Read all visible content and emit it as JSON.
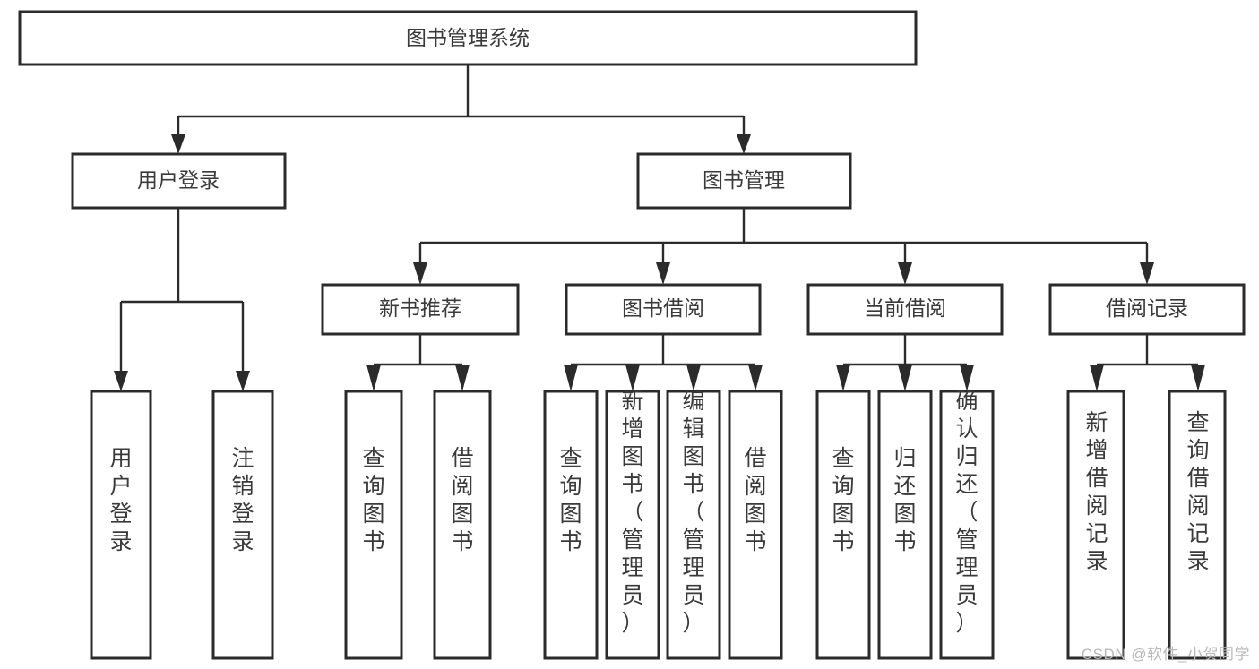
{
  "diagram": {
    "title": "图书管理系统",
    "type": "tree",
    "watermark": "CSDN @软件_小贺同学",
    "colors": {
      "box_stroke": "#2b2b2b",
      "box_fill": "#ffffff",
      "text": "#3a3a3a",
      "connector": "#2b2b2b",
      "watermark": "#b9b9b9",
      "background": "#ffffff"
    },
    "levels": {
      "root": {
        "label": "图书管理系统"
      },
      "level1": [
        {
          "label": "用户登录"
        },
        {
          "label": "图书管理"
        }
      ],
      "level2": [
        {
          "label": "新书推荐",
          "parent": "图书管理"
        },
        {
          "label": "图书借阅",
          "parent": "图书管理"
        },
        {
          "label": "当前借阅",
          "parent": "图书管理"
        },
        {
          "label": "借阅记录",
          "parent": "图书管理"
        }
      ]
    },
    "leaves": {
      "用户登录": [
        {
          "label": "用户登录"
        },
        {
          "label": "注销登录"
        }
      ],
      "新书推荐": [
        {
          "label": "查询图书"
        },
        {
          "label": "借阅图书"
        }
      ],
      "图书借阅": [
        {
          "label": "查询图书"
        },
        {
          "label": "新增图书（管理员）"
        },
        {
          "label": "编辑图书（管理员）"
        },
        {
          "label": "借阅图书"
        }
      ],
      "当前借阅": [
        {
          "label": "查询图书"
        },
        {
          "label": "归还图书"
        },
        {
          "label": "确认归还（管理员）"
        }
      ],
      "借阅记录": [
        {
          "label": "新增借阅记录"
        },
        {
          "label": "查询借阅记录"
        }
      ]
    }
  }
}
